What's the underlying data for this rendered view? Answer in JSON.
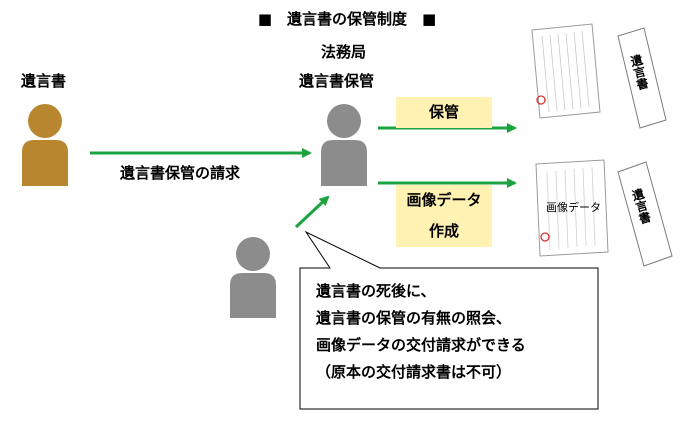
{
  "title": "■　遺言書の保管制度　■",
  "labels": {
    "testator": "遺言書",
    "office_line1": "法務局",
    "office_line2": "遺言書保管",
    "request": "遺言書保管の請求",
    "storage": "保管",
    "image_line1": "画像データ",
    "image_line2": "作成"
  },
  "documents": {
    "envelope_text": "遺言書",
    "image_doc_text": "画像データ"
  },
  "callout": {
    "line1": "遺言書の死後に、",
    "line2": "遺言書の保管の有無の照会、",
    "line3": "画像データの交付請求ができる",
    "line4": "（原本の交付請求書は不可）"
  },
  "colors": {
    "testator_figure": "#b8862e",
    "office_figure": "#8c8c8c",
    "arrow": "#1aa33f",
    "highlight": "#fff2b3"
  }
}
